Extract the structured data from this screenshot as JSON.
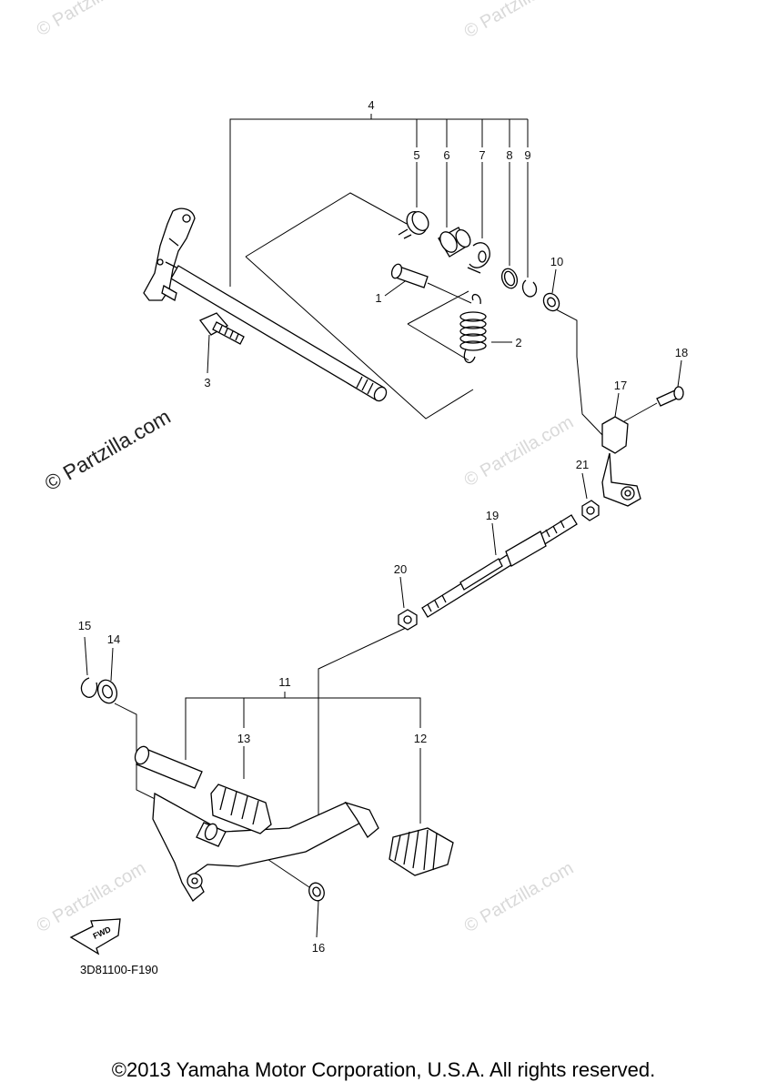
{
  "diagram": {
    "drawing_code": "3D81100-F190",
    "fwd_label": "FWD",
    "copyright": "©2013 Yamaha Motor Corporation, U.S.A. All rights reserved.",
    "watermark": "© Partzilla.com",
    "watermark_large": "© Partzilla.com",
    "callouts": {
      "c1": "1",
      "c2": "2",
      "c3": "3",
      "c4": "4",
      "c5": "5",
      "c6": "6",
      "c7": "7",
      "c8": "8",
      "c9": "9",
      "c10": "10",
      "c11": "11",
      "c12": "12",
      "c13": "13",
      "c14": "14",
      "c15": "15",
      "c16": "16",
      "c17": "17",
      "c18": "18",
      "c19": "19",
      "c20": "20",
      "c21": "21"
    },
    "icons": [
      "fwd-arrow-icon"
    ]
  }
}
